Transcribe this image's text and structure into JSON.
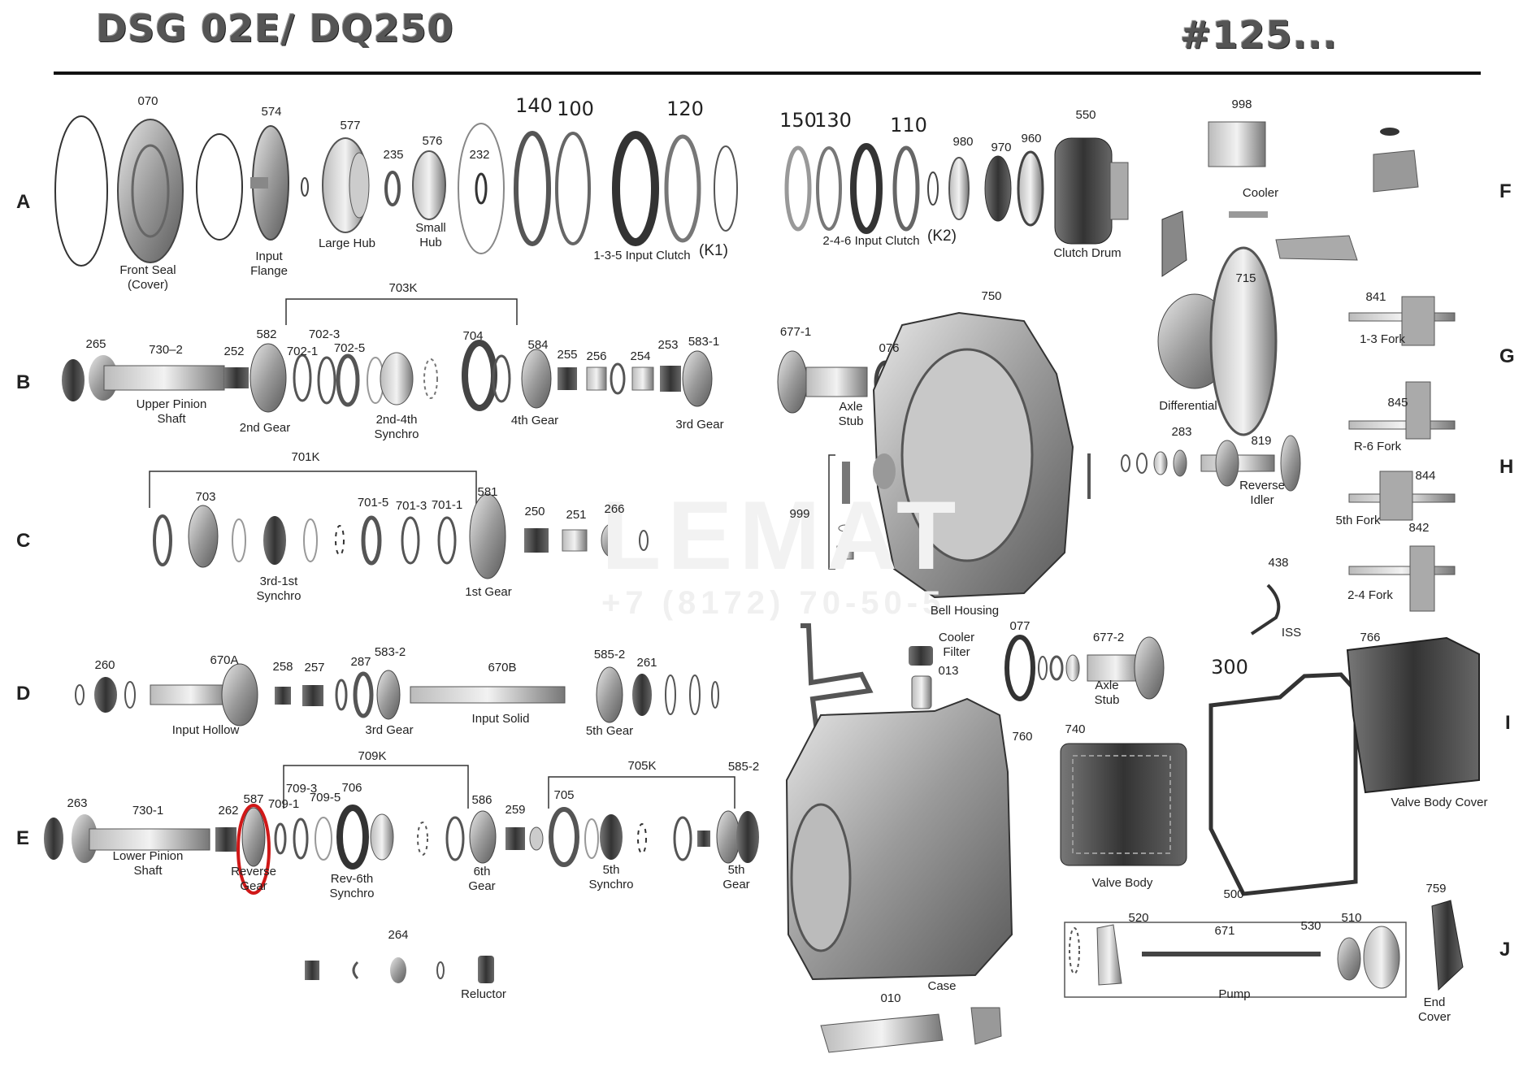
{
  "header": {
    "title": "DSG 02E/ DQ250",
    "number": "#125..."
  },
  "watermark": {
    "text": "LEMAT",
    "phone": "+7 (8172) 70-50-5"
  },
  "rows": [
    "A",
    "B",
    "C",
    "D",
    "E",
    "F",
    "G",
    "H",
    "I",
    "J"
  ],
  "labels": [
    "070",
    "Front Seal",
    "(Cover)",
    "574",
    "Input",
    "Flange",
    "577",
    "Large Hub",
    "235",
    "576",
    "Small",
    "Hub",
    "232",
    "140",
    "100",
    "120",
    "1-3-5 Input Clutch",
    "(K1)",
    "150",
    "130",
    "110",
    "2-4-6 Input Clutch",
    "(K2)",
    "980",
    "970",
    "960",
    "550",
    "Clutch Drum",
    "998",
    "Cooler",
    "703K",
    "265",
    "730–2",
    "Upper Pinion",
    "Shaft",
    "252",
    "582",
    "2nd Gear",
    "702-1",
    "702-3",
    "702-5",
    "2nd-4th",
    "Synchro",
    "704",
    "584",
    "4th Gear",
    "255",
    "256",
    "254",
    "253",
    "583-1",
    "3rd Gear",
    "677-1",
    "076",
    "Axle",
    "Stub",
    "750",
    "715",
    "Differential",
    "841",
    "1-3 Fork",
    "845",
    "R-6 Fork",
    "283",
    "819",
    "Reverse",
    "Idler",
    "844",
    "5th Fork",
    "842",
    "2-4 Fork",
    "701K",
    "703",
    "3rd-1st",
    "Synchro",
    "701-5",
    "701-3",
    "701-1",
    "581",
    "1st Gear",
    "250",
    "251",
    "266",
    "999",
    "Bell Housing",
    "438",
    "ISS",
    "260",
    "670A",
    "Input Hollow",
    "258",
    "257",
    "287",
    "583-2",
    "3rd Gear",
    "670B",
    "Input Solid",
    "585-2",
    "261",
    "5th Gear",
    "Cooler",
    "Filter",
    "013",
    "077",
    "677-2",
    "Axle",
    "Stub",
    "300",
    "766",
    "Valve Body Cover",
    "709K",
    "705K",
    "263",
    "730-1",
    "Lower Pinion",
    "Shaft",
    "262",
    "587",
    "Reverse",
    "Gear",
    "709-1",
    "709-3",
    "709-5",
    "706",
    "Rev-6th",
    "Synchro",
    "586",
    "6th",
    "Gear",
    "259",
    "705",
    "5th",
    "Synchro",
    "585-2",
    "5th",
    "Gear",
    "760",
    "740",
    "Valve Body",
    "264",
    "Reluctor",
    "500",
    "520",
    "671",
    "530",
    "510",
    "Pump",
    "759",
    "End",
    "Cover",
    "Case",
    "010"
  ]
}
